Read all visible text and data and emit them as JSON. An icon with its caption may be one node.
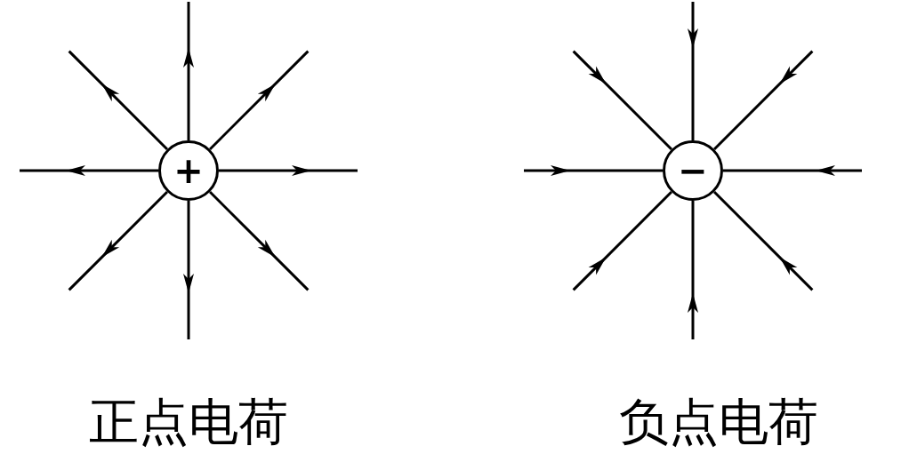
{
  "diagram": {
    "nodes": [
      {
        "text": [
          "+"
        ],
        "beside": [
          "正点电荷"
        ]
      },
      {
        "text": [
          "−"
        ],
        "beside": [
          "负点电荷"
        ]
      }
    ],
    "edges": [
      {
        "from": 0,
        "to": null,
        "arrow": "to"
      },
      {
        "from": 0,
        "to": null,
        "arrow": "to"
      },
      {
        "from": 0,
        "to": null,
        "arrow": "to"
      },
      {
        "from": 0,
        "to": null,
        "arrow": "to"
      },
      {
        "from": 0,
        "to": null,
        "arrow": "to"
      },
      {
        "from": 0,
        "to": null,
        "arrow": "to"
      },
      {
        "from": 0,
        "to": null,
        "arrow": "to"
      },
      {
        "from": 0,
        "to": null,
        "arrow": "to"
      },
      {
        "from": null,
        "to": 1,
        "arrow": "to"
      },
      {
        "from": null,
        "to": 1,
        "arrow": "to"
      },
      {
        "from": null,
        "to": 1,
        "arrow": "to"
      },
      {
        "from": null,
        "to": 1,
        "arrow": "to"
      },
      {
        "from": null,
        "to": 1,
        "arrow": "to"
      },
      {
        "from": null,
        "to": 1,
        "arrow": "to"
      },
      {
        "from": null,
        "to": 1,
        "arrow": "to"
      },
      {
        "from": null,
        "to": 1,
        "arrow": "to"
      }
    ]
  }
}
